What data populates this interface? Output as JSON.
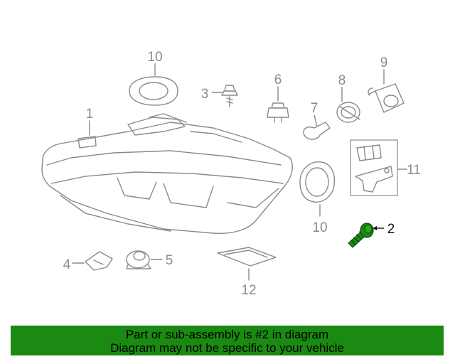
{
  "callouts": {
    "c1": "1",
    "c2": "2",
    "c3": "3",
    "c4": "4",
    "c5": "5",
    "c6": "6",
    "c7": "7",
    "c8": "8",
    "c9": "9",
    "c10a": "10",
    "c10b": "10",
    "c11": "11",
    "c12": "12"
  },
  "highlight_color": "#1a8a12",
  "banner": {
    "line1": "Part or sub-assembly is #2 in diagram",
    "line2": "Diagram may not be specific to your vehicle"
  }
}
